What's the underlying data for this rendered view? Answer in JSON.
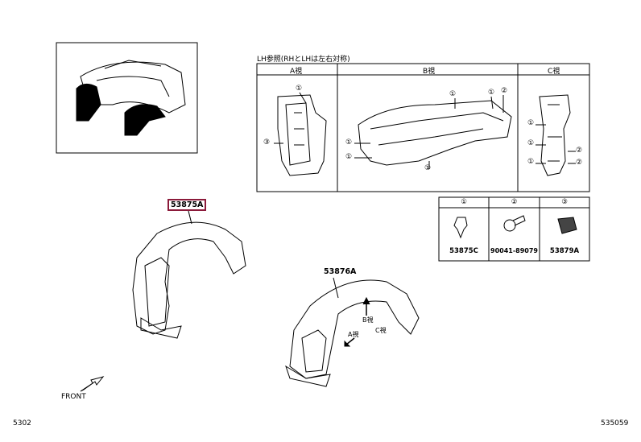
{
  "diagram": {
    "note_header": "LH参照(RHとLHは左右対称)",
    "views": [
      {
        "label": "A視"
      },
      {
        "label": "B視"
      },
      {
        "label": "C視"
      }
    ],
    "callouts": {
      "c1": "①",
      "c2": "②",
      "c3": "③"
    },
    "parts_table": [
      {
        "key": "①",
        "part_no": "53875C"
      },
      {
        "key": "②",
        "part_no": "90041-89079"
      },
      {
        "key": "③",
        "part_no": "53879A"
      }
    ],
    "main_parts": {
      "rh_part": "53875A",
      "lh_part": "53876A"
    },
    "arrow_labels": {
      "a_view": "A視",
      "b_view": "B視",
      "c_view": "C視"
    },
    "front_label": "FRONT",
    "footer_left": "5302",
    "footer_right": "535059"
  }
}
